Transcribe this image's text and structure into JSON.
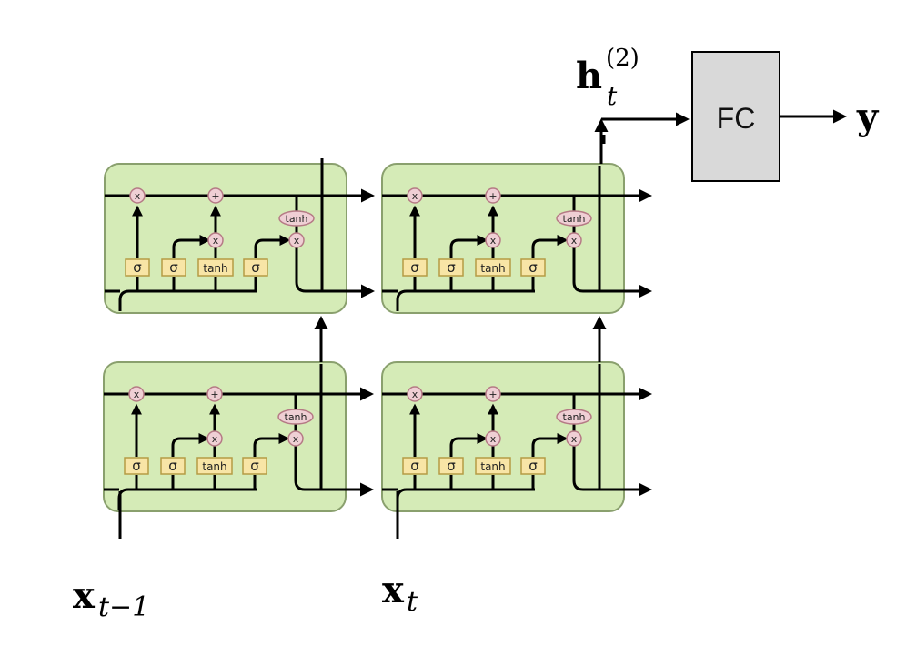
{
  "labels": {
    "fc": "FC",
    "y": "y",
    "h_base": "h",
    "h_sub": "t",
    "h_sup": "(2)",
    "x_prev_base": "x",
    "x_prev_sub": "t−1",
    "x_cur_base": "x",
    "x_cur_sub": "t"
  },
  "gates": {
    "sigma": "σ",
    "tanh": "tanh",
    "multiply": "x",
    "add": "+"
  },
  "colors": {
    "cell_fill": "#d5ebb7",
    "cell_stroke": "#8aa06e",
    "gate_fill": "#f8e5a6",
    "gate_stroke": "#b59b45",
    "op_fill": "#efcfd4",
    "op_stroke": "#b57a85",
    "fc_fill": "#d9d9d9",
    "line": "#000000"
  }
}
